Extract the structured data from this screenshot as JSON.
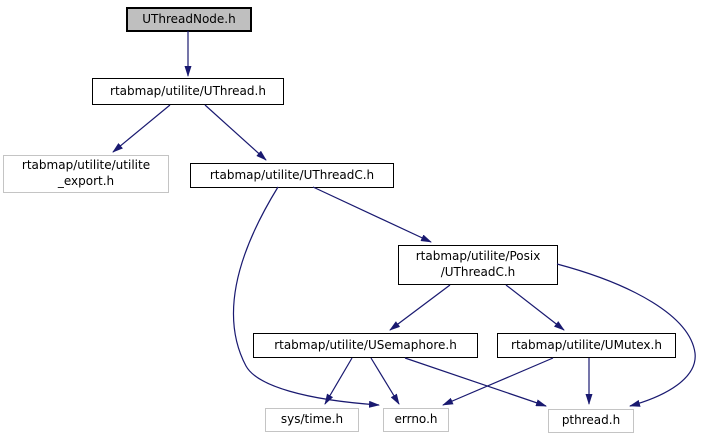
{
  "graph": {
    "type": "include-dependency-graph",
    "colors": {
      "edge": "#191970",
      "node_border": "#000000",
      "leaf_border": "#c4c4c4",
      "node_fill": "#ffffff",
      "current_node_fill": "#bfbfbf",
      "text": "#000000",
      "background": "#ffffff"
    },
    "nodes": [
      {
        "id": "uthreadnode",
        "label": "UThreadNode.h",
        "type": "current"
      },
      {
        "id": "uthread",
        "label": "rtabmap/utilite/UThread.h",
        "type": "internal"
      },
      {
        "id": "utilite-export",
        "label": "rtabmap/utilite/utilite\n_export.h",
        "type": "leaf"
      },
      {
        "id": "uthreadc",
        "label": "rtabmap/utilite/UThreadC.h",
        "type": "internal"
      },
      {
        "id": "posix-uthreadc",
        "label": "rtabmap/utilite/Posix\n/UThreadC.h",
        "type": "internal"
      },
      {
        "id": "usemaphore",
        "label": "rtabmap/utilite/USemaphore.h",
        "type": "internal"
      },
      {
        "id": "umutex",
        "label": "rtabmap/utilite/UMutex.h",
        "type": "internal"
      },
      {
        "id": "sys-time",
        "label": "sys/time.h",
        "type": "leaf"
      },
      {
        "id": "errno",
        "label": "errno.h",
        "type": "leaf"
      },
      {
        "id": "pthread",
        "label": "pthread.h",
        "type": "leaf"
      }
    ],
    "edges": [
      {
        "from": "UThreadNode.h",
        "to": "rtabmap/utilite/UThread.h"
      },
      {
        "from": "rtabmap/utilite/UThread.h",
        "to": "rtabmap/utilite/utilite_export.h"
      },
      {
        "from": "rtabmap/utilite/UThread.h",
        "to": "rtabmap/utilite/UThreadC.h"
      },
      {
        "from": "rtabmap/utilite/UThreadC.h",
        "to": "rtabmap/utilite/Posix/UThreadC.h"
      },
      {
        "from": "rtabmap/utilite/UThreadC.h",
        "to": "errno.h"
      },
      {
        "from": "rtabmap/utilite/Posix/UThreadC.h",
        "to": "rtabmap/utilite/USemaphore.h"
      },
      {
        "from": "rtabmap/utilite/Posix/UThreadC.h",
        "to": "rtabmap/utilite/UMutex.h"
      },
      {
        "from": "rtabmap/utilite/Posix/UThreadC.h",
        "to": "pthread.h"
      },
      {
        "from": "rtabmap/utilite/USemaphore.h",
        "to": "sys/time.h"
      },
      {
        "from": "rtabmap/utilite/USemaphore.h",
        "to": "errno.h"
      },
      {
        "from": "rtabmap/utilite/USemaphore.h",
        "to": "pthread.h"
      },
      {
        "from": "rtabmap/utilite/UMutex.h",
        "to": "errno.h"
      },
      {
        "from": "rtabmap/utilite/UMutex.h",
        "to": "pthread.h"
      }
    ]
  }
}
